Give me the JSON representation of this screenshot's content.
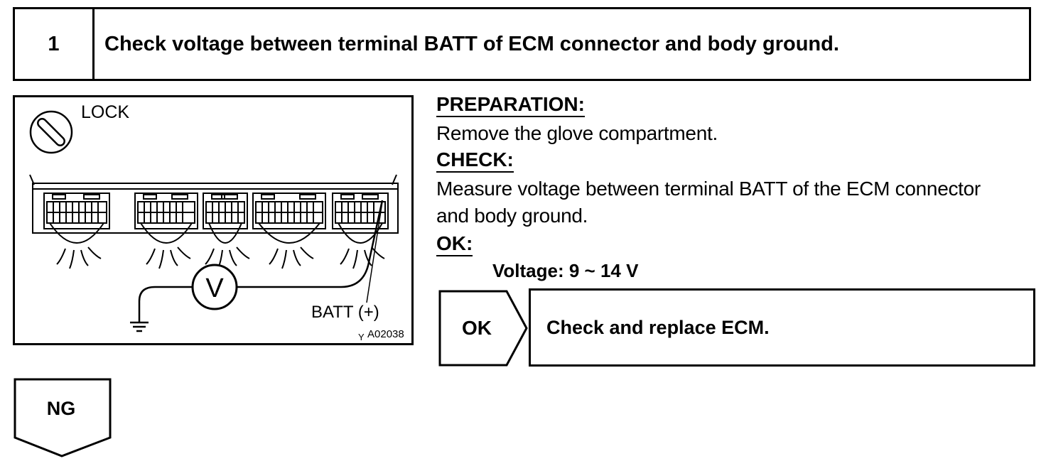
{
  "step": {
    "number": "1",
    "title": "Check voltage between terminal BATT of ECM connector and body ground."
  },
  "figure": {
    "lock_label": "LOCK",
    "meter_label": "V",
    "terminal_label": "BATT (+)",
    "figure_code": "A02038",
    "figure_code_prefix": "Y"
  },
  "preparation": {
    "heading": "PREPARATION:",
    "text": "Remove the glove compartment."
  },
  "check": {
    "heading": "CHECK:",
    "line1": "Measure voltage between terminal BATT of the ECM connector",
    "line2": "and body ground."
  },
  "ok": {
    "heading": "OK:",
    "spec": "Voltage: 9 ~ 14 V"
  },
  "ok_branch": {
    "tag": "OK",
    "result": "Check and replace ECM."
  },
  "ng_branch": {
    "tag": "NG"
  }
}
